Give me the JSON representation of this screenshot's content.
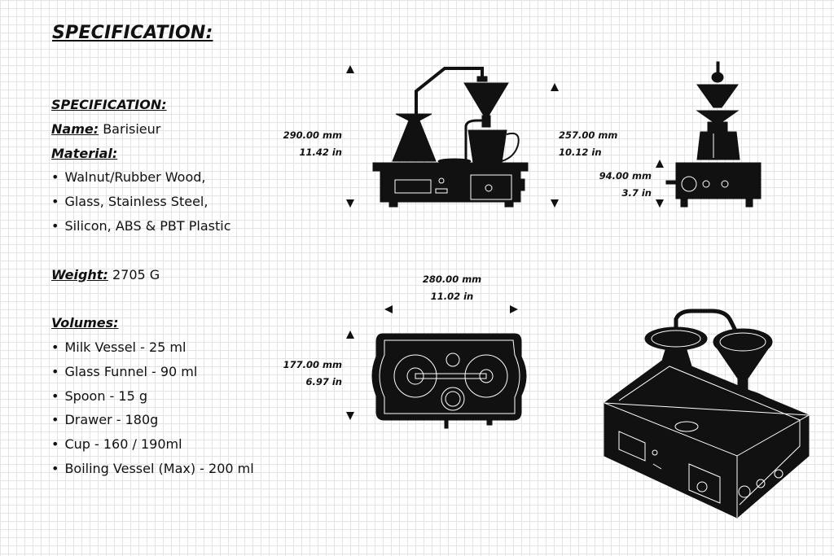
{
  "title": "SPECIFICATION:",
  "spec": {
    "heading": "SPECIFICATION:",
    "name_label": "Name:",
    "name_value": "Barisieur",
    "material_label": "Material:",
    "materials": [
      "Walnut/Rubber Wood,",
      "Glass, Stainless Steel,",
      "Silicon, ABS & PBT Plastic"
    ],
    "weight_label": "Weight:",
    "weight_value": "2705 G",
    "volumes_label": "Volumes:",
    "volumes": [
      "Milk Vessel - 25 ml",
      "Glass Funnel - 90 ml",
      "Spoon - 15 g",
      "Drawer - 180g",
      "Cup - 160 / 190ml",
      "Boiling Vessel (Max) - 200 ml"
    ]
  },
  "dimensions": {
    "front_height_mm": "290.00 mm",
    "front_height_in": "11.42 in",
    "funnel_height_mm": "257.00 mm",
    "funnel_height_in": "10.12 in",
    "side_base_mm": "94.00 mm",
    "side_base_in": "3.7 in",
    "top_width_mm": "280.00 mm",
    "top_width_in": "11.02 in",
    "top_depth_mm": "177.00 mm",
    "top_depth_in": "6.97 in"
  },
  "colors": {
    "ink": "#111111",
    "grid": "#e4e4e4",
    "background": "#ffffff"
  }
}
